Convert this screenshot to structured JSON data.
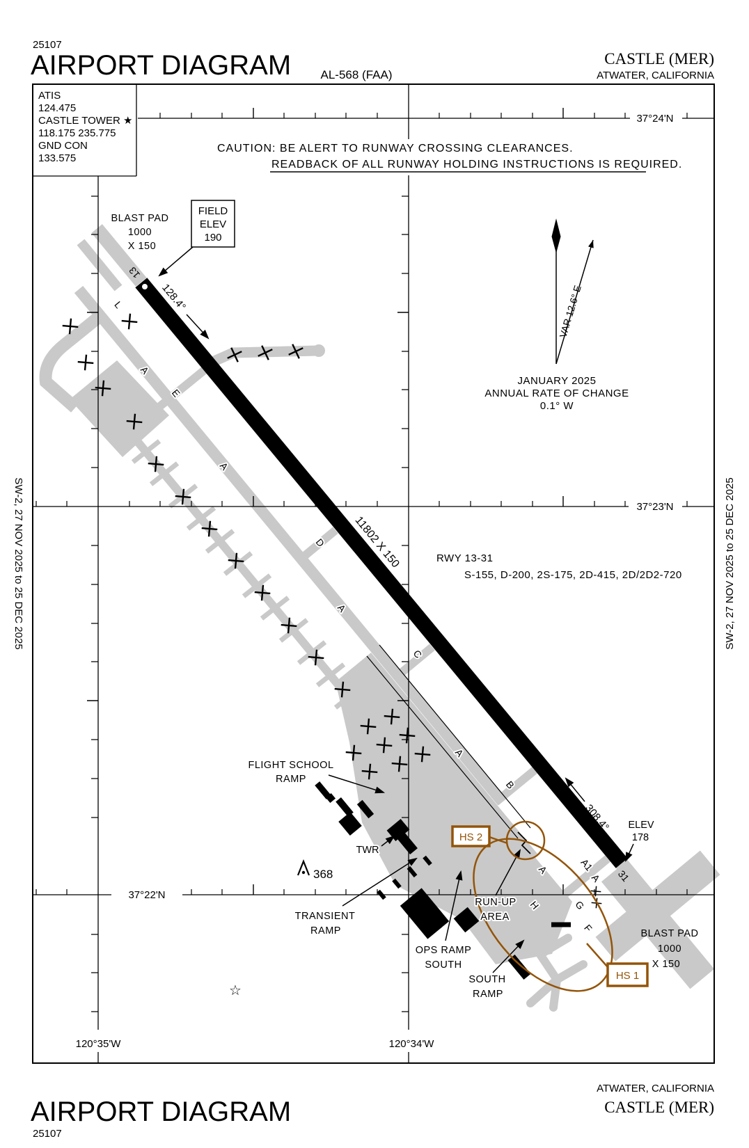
{
  "colors": {
    "hotspot_brown": "#935409",
    "pavement_gray": "#C9C9C9",
    "runway_black": "#000000"
  },
  "header": {
    "plate_number": "25107",
    "title": "AIRPORT DIAGRAM",
    "chart_reference": "AL-568 (FAA)",
    "airport": "CASTLE (MER)",
    "city": "ATWATER, CALIFORNIA"
  },
  "footer": {
    "plate_number": "25107",
    "title": "AIRPORT DIAGRAM",
    "airport": "CASTLE (MER)",
    "city": "ATWATER, CALIFORNIA"
  },
  "margin_note": "SW-2,  27 NOV 2025  to  25 DEC 2025",
  "comm_box": {
    "lines": [
      "ATIS",
      "124.475",
      "CASTLE TOWER ★",
      "118.175   235.775",
      "GND CON",
      "133.575"
    ]
  },
  "caution": {
    "line1": "CAUTION: BE ALERT TO RUNWAY CROSSING CLEARANCES.",
    "line2": "READBACK OF ALL RUNWAY HOLDING INSTRUCTIONS IS REQUIRED."
  },
  "graticule": {
    "lat_37_24": "37°24'N",
    "lat_37_23": "37°23'N",
    "lat_37_22": "37°22'N",
    "lon_120_35": "120°35'W",
    "lon_120_34": "120°34'W"
  },
  "compass": {
    "variation": "VAR 12.6° E",
    "date": "JANUARY 2025",
    "rate_label": "ANNUAL RATE OF CHANGE",
    "rate_value": "0.1° W"
  },
  "runway": {
    "number_13": "13",
    "number_31": "31",
    "heading_13": "128.4°",
    "heading_31": "308.4°",
    "dimensions": "11802 X 150",
    "data_title": "RWY 13-31",
    "data_values": "S-155, D-200, 2S-175, 2D-415, 2D/2D2-720",
    "field_elev": [
      "FIELD",
      "ELEV",
      "190"
    ],
    "elev_31": [
      "ELEV",
      "178"
    ],
    "blast_pad_nw": [
      "BLAST PAD",
      "1000",
      "X 150"
    ],
    "blast_pad_se": [
      "BLAST PAD",
      "1000",
      "X 150"
    ]
  },
  "ramps": {
    "flight_school": [
      "FLIGHT SCHOOL",
      "RAMP"
    ],
    "transient": [
      "TRANSIENT",
      "RAMP"
    ],
    "ops": [
      "OPS RAMP",
      "SOUTH"
    ],
    "south": [
      "SOUTH",
      "RAMP"
    ],
    "runup": [
      "RUN-UP",
      "AREA"
    ],
    "tower": "TWR"
  },
  "hotspots": {
    "hs1": "HS 1",
    "hs2": "HS 2"
  },
  "obstacle": {
    "elevation": "368"
  },
  "symbols": {
    "star": "☆"
  },
  "taxiways": [
    "L",
    "A",
    "E",
    "A",
    "D",
    "A",
    "C",
    "A",
    "B",
    "A",
    "A1",
    "A",
    "H",
    "G",
    "F"
  ]
}
